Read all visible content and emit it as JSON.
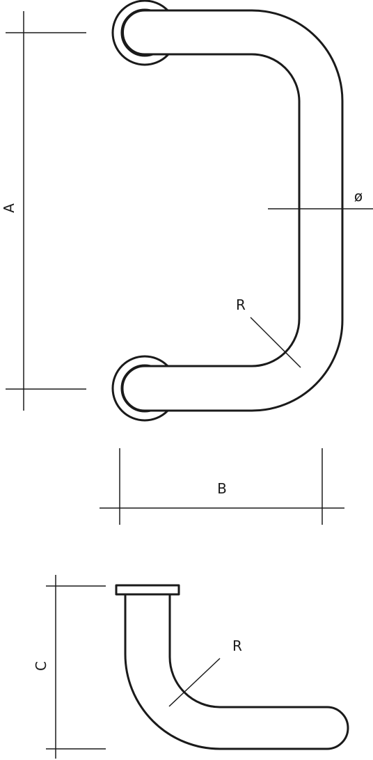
{
  "labels": {
    "a": "A",
    "diameter": "ø",
    "r_front": "R",
    "b": "B",
    "c": "C",
    "r_side": "R"
  }
}
